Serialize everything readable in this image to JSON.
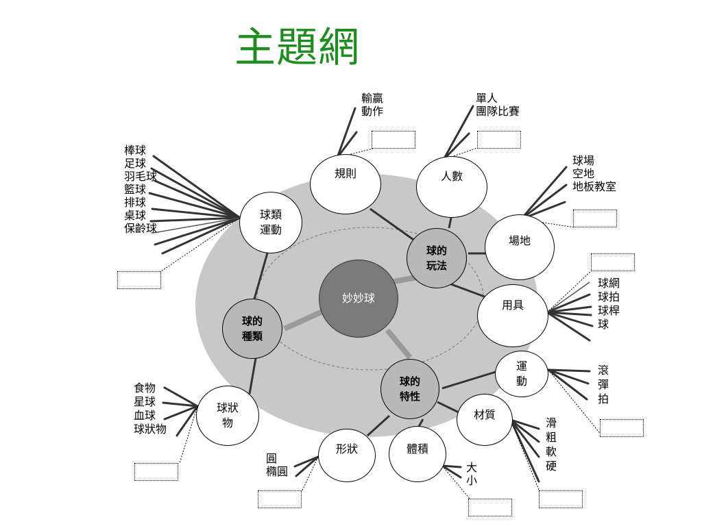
{
  "title": "主題網",
  "center": "妙妙球",
  "hubs": {
    "play": [
      "球的",
      "玩法"
    ],
    "types": [
      "球的",
      "種類"
    ],
    "traits": [
      "球的",
      "特性"
    ]
  },
  "nodes": {
    "rules": "規則",
    "people": "人數",
    "venue": "場地",
    "tools": "用具",
    "ball_sports": [
      "球類",
      "運動"
    ],
    "ball_objects": [
      "球狀",
      "物"
    ],
    "motion": [
      "運",
      "動"
    ],
    "material": "材質",
    "shape": "形狀",
    "volume": "體積"
  },
  "leaves": {
    "rules": [
      "輸贏",
      "動作"
    ],
    "people": [
      "單人",
      "團隊比賽"
    ],
    "venue": [
      "球場",
      "空地",
      "地板教室"
    ],
    "tools": [
      "球網",
      "球拍",
      "球桿",
      "球"
    ],
    "ball_sports": [
      "棒球",
      "足球",
      "羽毛球",
      "籃球",
      "排球",
      "桌球",
      "保齡球"
    ],
    "ball_objects": [
      "食物",
      "星球",
      "血球",
      "球狀物"
    ],
    "motion": [
      "滾",
      "彈",
      "拍"
    ],
    "material": [
      "滑",
      "粗",
      "軟",
      "硬"
    ],
    "shape": [
      "圓",
      "橢圓"
    ],
    "volume": [
      "大",
      "小"
    ]
  }
}
